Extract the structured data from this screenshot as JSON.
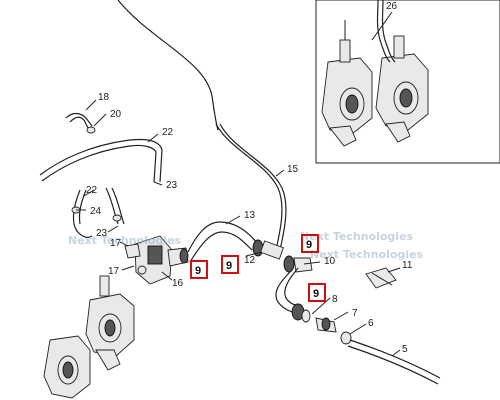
{
  "callouts": {
    "c26": "26",
    "c18": "18",
    "c20": "20",
    "c22a": "22",
    "c23a": "23",
    "c22b": "22",
    "c24": "24",
    "c23b": "23",
    "c17a": "17",
    "c17b": "17",
    "c16": "16",
    "c13": "13",
    "c15": "15",
    "c12": "12",
    "c10": "10",
    "c11": "11",
    "c8": "8",
    "c7": "7",
    "c6": "6",
    "c5": "5"
  },
  "highlighted": {
    "h1": "9",
    "h2": "9",
    "h3": "9",
    "h4": "9"
  },
  "watermarks": {
    "w1": "Next Technologies",
    "w2": "Next Technologies",
    "w3": "Next Technologies"
  },
  "colors": {
    "highlight": "#d01010",
    "line": "#222222"
  }
}
